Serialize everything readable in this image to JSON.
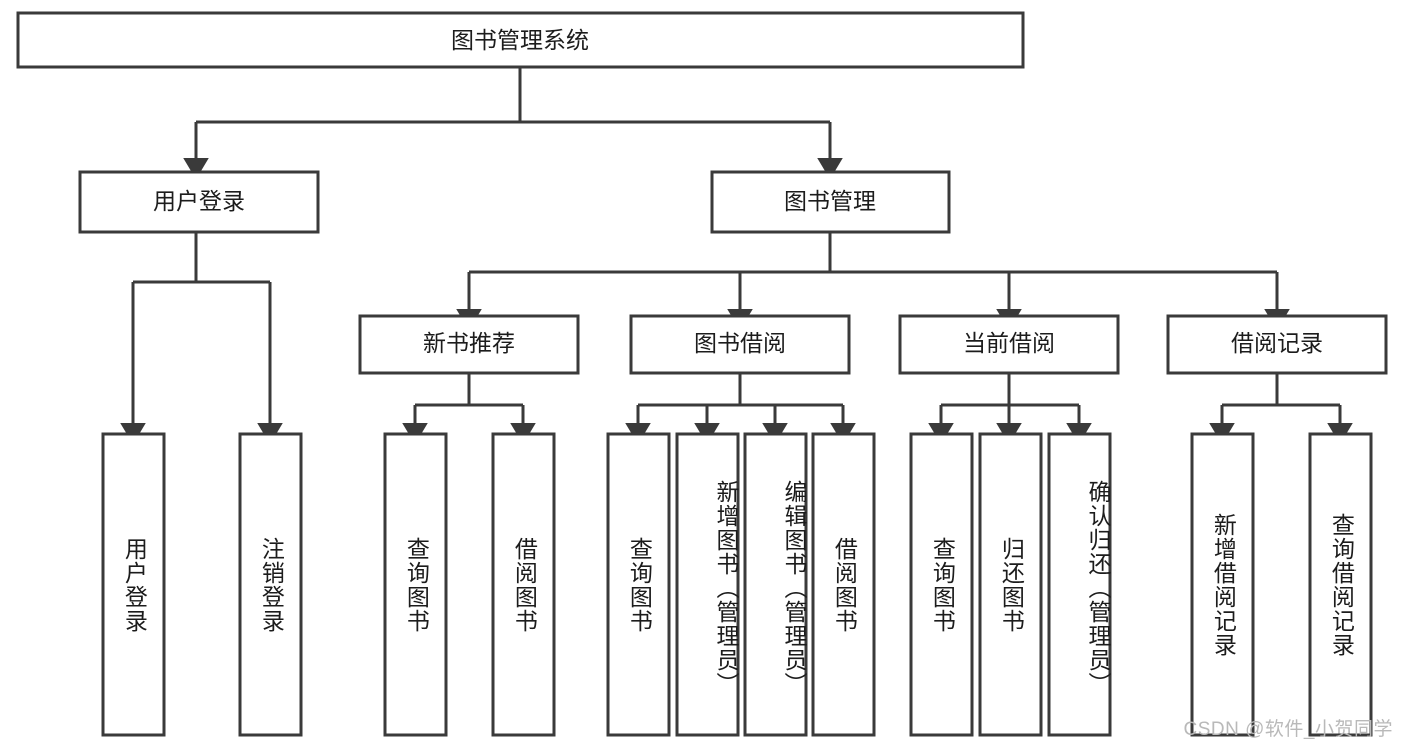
{
  "diagram": {
    "title": "图书管理系统",
    "watermark": "CSDN @软件_小贺同学",
    "type": "hierarchy-tree",
    "orientation": "top-down",
    "arrow_style": "solid-triangle",
    "colors": {
      "stroke": "#3a3a3a",
      "fill": "#ffffff",
      "text": "#1c1c1c",
      "watermark": "#b9b9b9"
    },
    "root": {
      "id": "root",
      "label": "图书管理系统"
    },
    "level2": [
      {
        "id": "user-login",
        "label": "用户登录"
      },
      {
        "id": "book-manage",
        "label": "图书管理"
      }
    ],
    "level3": [
      {
        "id": "new-book-recommend",
        "label": "新书推荐",
        "parent": "book-manage"
      },
      {
        "id": "book-borrow",
        "label": "图书借阅",
        "parent": "book-manage"
      },
      {
        "id": "current-borrow",
        "label": "当前借阅",
        "parent": "book-manage"
      },
      {
        "id": "borrow-record",
        "label": "借阅记录",
        "parent": "book-manage"
      }
    ],
    "leaves": [
      {
        "id": "leaf-user-login",
        "label": "用户登录",
        "parent": "user-login"
      },
      {
        "id": "leaf-user-logout",
        "label": "注销登录",
        "parent": "user-login"
      },
      {
        "id": "leaf-query-book-1",
        "label": "查询图书",
        "parent": "new-book-recommend"
      },
      {
        "id": "leaf-borrow-book-1",
        "label": "借阅图书",
        "parent": "new-book-recommend"
      },
      {
        "id": "leaf-query-book-2",
        "label": "查询图书",
        "parent": "book-borrow"
      },
      {
        "id": "leaf-add-book",
        "label": "新增图书（管理员）",
        "parent": "book-borrow"
      },
      {
        "id": "leaf-edit-book",
        "label": "编辑图书（管理员）",
        "parent": "book-borrow"
      },
      {
        "id": "leaf-borrow-book-2",
        "label": "借阅图书",
        "parent": "book-borrow"
      },
      {
        "id": "leaf-query-book-3",
        "label": "查询图书",
        "parent": "current-borrow"
      },
      {
        "id": "leaf-return-book",
        "label": "归还图书",
        "parent": "current-borrow"
      },
      {
        "id": "leaf-confirm-return",
        "label": "确认归还（管理员）",
        "parent": "current-borrow"
      },
      {
        "id": "leaf-add-record",
        "label": "新增借阅记录",
        "parent": "borrow-record"
      },
      {
        "id": "leaf-query-record",
        "label": "查询借阅记录",
        "parent": "borrow-record"
      }
    ]
  }
}
